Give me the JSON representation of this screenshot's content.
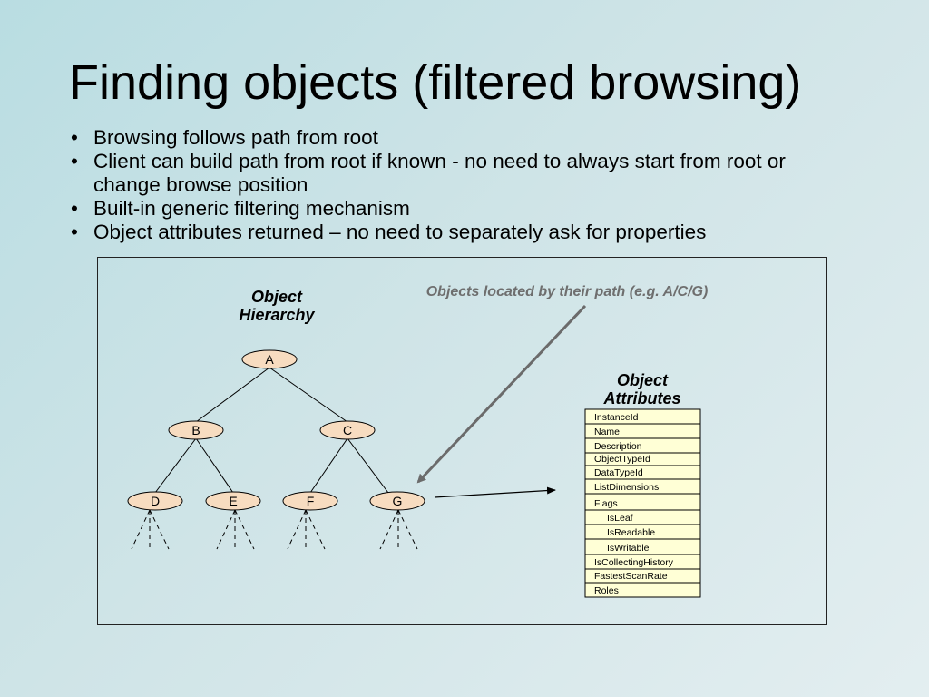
{
  "slide": {
    "title": "Finding objects (filtered browsing)",
    "bullets": [
      "Browsing follows path from root",
      "Client can build path from root if known - no need to always start from root or change browse position",
      "Built-in generic filtering mechanism",
      "Object attributes returned – no need to separately ask for properties"
    ]
  },
  "diagram": {
    "hierarchy_title": [
      "Object",
      "Hierarchy"
    ],
    "attributes_title": [
      "Object",
      "Attributes"
    ],
    "path_note": "Objects located by their path (e.g. A/C/G)",
    "nodes": {
      "A": "A",
      "B": "B",
      "C": "C",
      "D": "D",
      "E": "E",
      "F": "F",
      "G": "G"
    },
    "attributes": [
      {
        "label": "InstanceId",
        "indent": false
      },
      {
        "label": "Name",
        "indent": false
      },
      {
        "label": "Description",
        "indent": false
      },
      {
        "label": "ObjectTypeId",
        "indent": false
      },
      {
        "label": "DataTypeId",
        "indent": false
      },
      {
        "label": "ListDimensions",
        "indent": false
      },
      {
        "label": "Flags",
        "indent": false
      },
      {
        "label": "IsLeaf",
        "indent": true
      },
      {
        "label": "IsReadable",
        "indent": true
      },
      {
        "label": "IsWritable",
        "indent": true
      },
      {
        "label": "IsCollectingHistory",
        "indent": false
      },
      {
        "label": "FastestScanRate",
        "indent": false
      },
      {
        "label": "Roles",
        "indent": false
      }
    ],
    "colors": {
      "node_fill": "#f7dcc0",
      "attr_fill": "#ffffd6",
      "arrow": "#6b6b6b",
      "note_text": "#6e6e6e"
    }
  }
}
